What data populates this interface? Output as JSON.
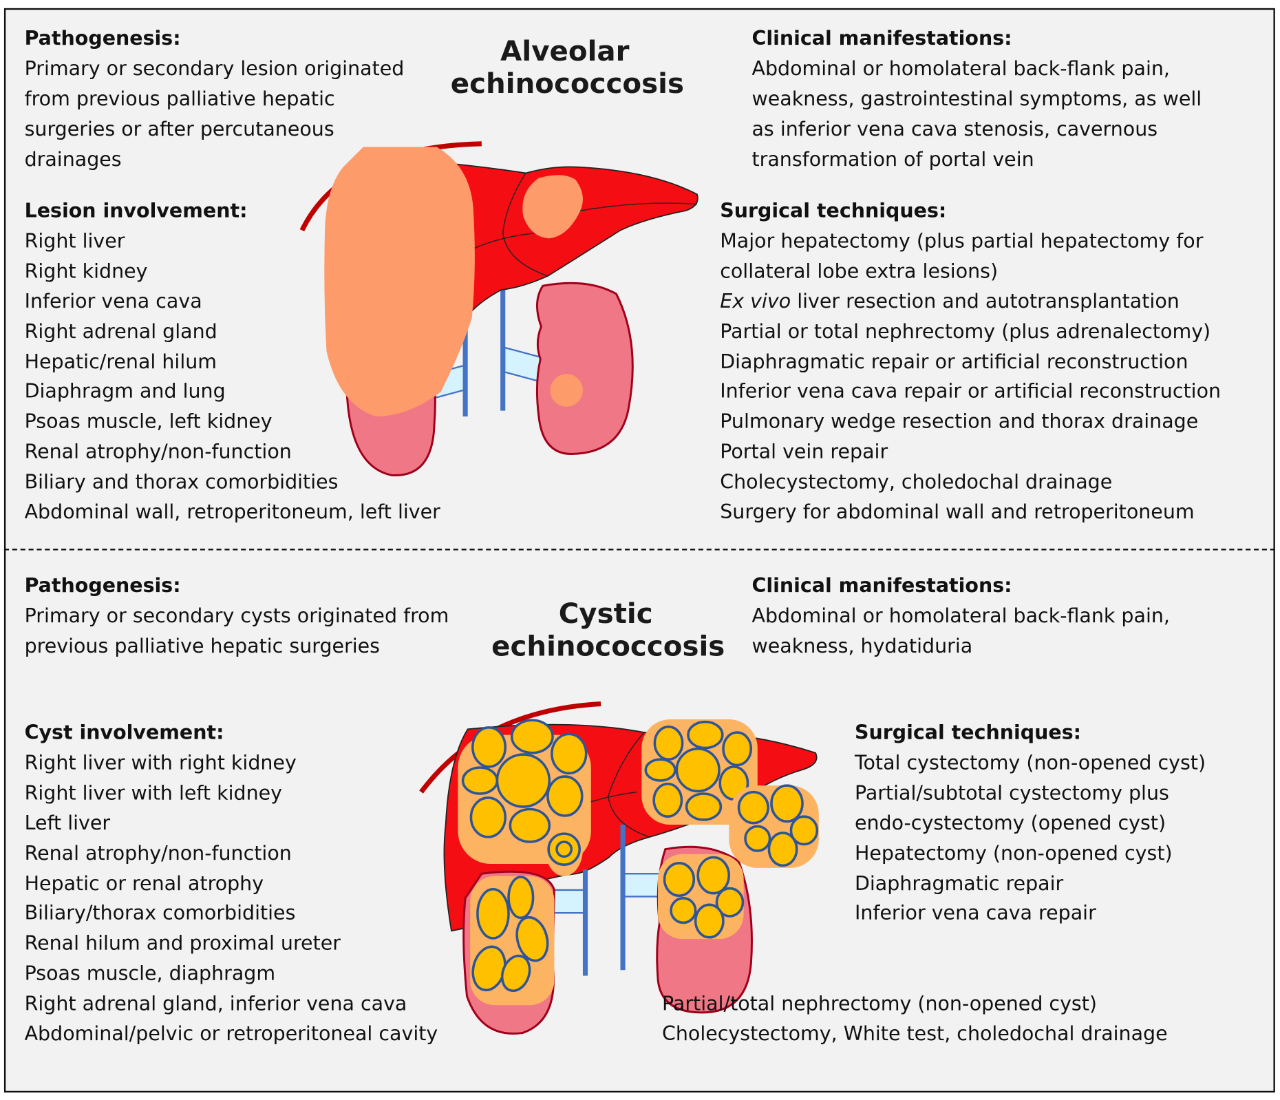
{
  "alveolar": {
    "title_line1": "Alveolar",
    "title_line2": "echinococcosis",
    "pathogenesis": {
      "heading": "Pathogenesis:",
      "lines": [
        "Primary or secondary lesion originated",
        "from previous palliative hepatic",
        "surgeries or after percutaneous",
        "drainages"
      ]
    },
    "clinical": {
      "heading": "Clinical manifestations:",
      "lines": [
        "Abdominal or homolateral back-flank pain,",
        "weakness, gastrointestinal symptoms, as well",
        "as inferior vena cava stenosis, cavernous",
        "transformation of portal vein"
      ]
    },
    "involvement": {
      "heading": "Lesion involvement:",
      "items": [
        "Right liver",
        "Right kidney",
        "Inferior vena cava",
        "Right adrenal gland",
        "Hepatic/renal hilum",
        "Diaphragm and lung",
        "Psoas muscle, left kidney",
        "Renal atrophy/non-function",
        "Biliary and thorax comorbidities",
        "Abdominal wall, retroperitoneum, left liver"
      ]
    },
    "surgical": {
      "heading": "Surgical techniques:",
      "line1": "Major hepatectomy (plus partial hepatectomy for",
      "line2": "collateral lobe extra lesions)",
      "exvivo_italic": "Ex vivo",
      "exvivo_rest": " liver resection and autotransplantation",
      "items": [
        "Partial or total nephrectomy (plus adrenalectomy)",
        "Diaphragmatic repair or artificial reconstruction",
        "Inferior vena cava repair or artificial reconstruction",
        "Pulmonary wedge resection and thorax drainage",
        "Portal vein repair",
        "Cholecystectomy, choledochal drainage",
        "Surgery for abdominal wall and retroperitoneum"
      ]
    }
  },
  "cystic": {
    "title_line1": "Cystic",
    "title_line2": "echinococcosis",
    "pathogenesis": {
      "heading": "Pathogenesis:",
      "lines": [
        "Primary or secondary cysts originated from",
        "previous palliative hepatic surgeries"
      ]
    },
    "clinical": {
      "heading": "Clinical manifestations:",
      "lines": [
        "Abdominal or homolateral back-flank pain,",
        "weakness, hydatiduria"
      ]
    },
    "involvement": {
      "heading": "Cyst involvement:",
      "items": [
        "Right liver with right kidney",
        "Right liver with left kidney",
        "Left liver",
        "Renal atrophy/non-function",
        "Hepatic or renal atrophy",
        "Biliary/thorax comorbidities",
        "Renal hilum and proximal ureter",
        "Psoas muscle, diaphragm",
        "Right adrenal gland, inferior vena cava",
        "Abdominal/pelvic or retroperitoneal cavity"
      ]
    },
    "surgical": {
      "heading": "Surgical techniques:",
      "items": [
        "Total cystectomy (non-opened cyst)",
        "Partial/subtotal cystectomy plus",
        "endo-cystectomy (opened cyst)",
        "Hepatectomy (non-opened cyst)",
        "Diaphragmatic repair",
        "Inferior vena cava repair"
      ],
      "extra": [
        "Partial/total nephrectomy (non-opened cyst)",
        "Cholecystectomy, White test, choledochal drainage"
      ]
    }
  },
  "colors": {
    "liver": "#f50d14",
    "lesion": "#fd9b6b",
    "kidney": "#f07785",
    "cyst": "#ffc000",
    "cyst_bed": "#fdb462",
    "vessel": "#4472c4",
    "diaphragm": "#c00000"
  }
}
